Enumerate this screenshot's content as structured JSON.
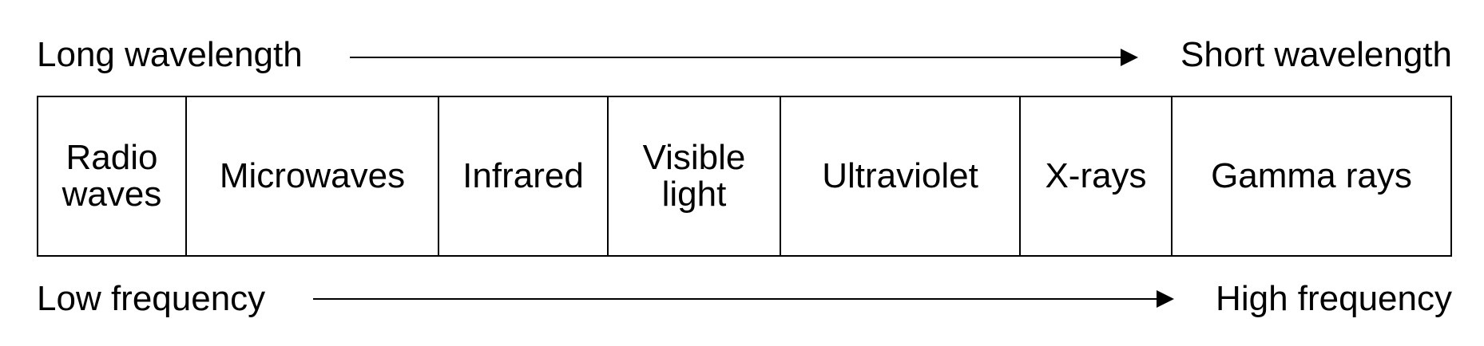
{
  "top": {
    "left_label": "Long wavelength",
    "right_label": "Short wavelength"
  },
  "bottom": {
    "left_label": "Low frequency",
    "right_label": "High frequency"
  },
  "bands": [
    {
      "line1": "Radio",
      "line2": "waves"
    },
    {
      "line1": "Microwaves",
      "line2": ""
    },
    {
      "line1": "Infrared",
      "line2": ""
    },
    {
      "line1": "Visible",
      "line2": "light"
    },
    {
      "line1": "Ultraviolet",
      "line2": ""
    },
    {
      "line1": "X-rays",
      "line2": ""
    },
    {
      "line1": "Gamma rays",
      "line2": ""
    }
  ]
}
